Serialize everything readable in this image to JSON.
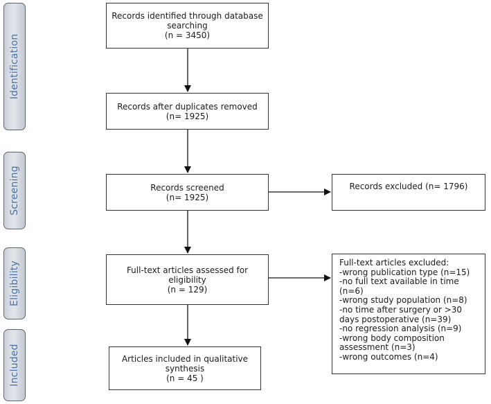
{
  "stages": [
    {
      "key": "identification",
      "label": "Identification"
    },
    {
      "key": "screening",
      "label": "Screening"
    },
    {
      "key": "eligibility",
      "label": "Eligibility"
    },
    {
      "key": "included",
      "label": "Included"
    }
  ],
  "boxes": {
    "identified": {
      "lines": [
        "Records identified through database",
        "searching",
        "(n = 3450)"
      ]
    },
    "duplicates_removed": {
      "lines": [
        "Records after duplicates removed",
        "(n= 1925)"
      ]
    },
    "screened": {
      "lines": [
        "Records screened",
        "(n= 1925)"
      ]
    },
    "excluded": {
      "lines": [
        "Records excluded (n= 1796)"
      ]
    },
    "fulltext_assessed": {
      "lines": [
        "Full-text articles assessed for",
        "eligibility",
        "(n = 129)"
      ]
    },
    "fulltext_excluded": {
      "lines": [
        "Full-text articles excluded:",
        "-wrong publication type (n=15)",
        "-no full text available in time",
        "(n=6)",
        "-wrong study population (n=8)",
        "-no time after surgery or >30",
        "days postoperative (n=39)",
        "-no regression analysis (n=9)",
        "-wrong body composition",
        "assessment (n=3)",
        "-wrong outcomes (n=4)"
      ]
    },
    "included": {
      "lines": [
        "Articles included in qualitative",
        "synthesis",
        "(n = 45 )"
      ]
    }
  }
}
